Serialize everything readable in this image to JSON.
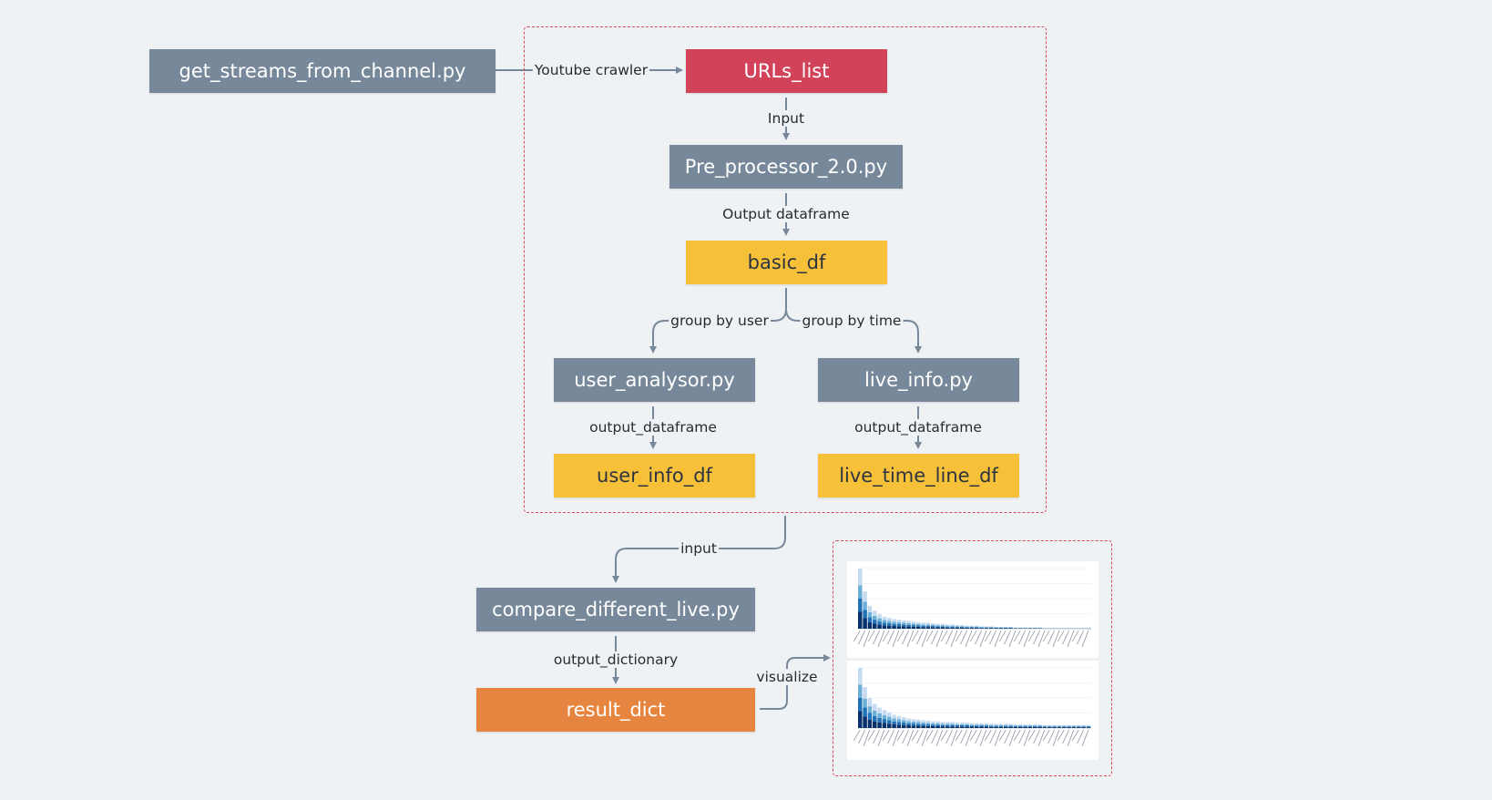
{
  "colors": {
    "background": "#eff2f5",
    "script_node": "#77889a",
    "urls_node": "#d2435a",
    "dataframe_node": "#f6c139",
    "result_node": "#e6853f",
    "dashed_border": "#d9495c",
    "connector": "#77889a"
  },
  "nodes": {
    "get_streams": "get_streams_from_channel.py",
    "urls_list": "URLs_list",
    "pre_processor": "Pre_processor_2.0.py",
    "basic_df": "basic_df",
    "user_analysor": "user_analysor.py",
    "live_info": "live_info.py",
    "user_info_df": "user_info_df",
    "live_time_line_df": "live_time_line_df",
    "compare": "compare_different_live.py",
    "result_dict": "result_dict"
  },
  "edges": {
    "youtube_crawler": "Youtube crawler",
    "input": "Input",
    "output_dataframe": "Output dataframe",
    "group_by_user": "group by user",
    "group_by_time": "group by time",
    "user_output": "output_dataframe",
    "live_output": "output_dataframe",
    "input_lower": "input",
    "output_dictionary": "output_dictionary",
    "visualize": "visualize"
  },
  "thumbnail_series_colors": [
    "#08306b",
    "#2171b5",
    "#6baed6",
    "#c6dbef"
  ],
  "thumbnail_top_bars": [
    1.0,
    0.62,
    0.38,
    0.3,
    0.24,
    0.2,
    0.18,
    0.16,
    0.15,
    0.14,
    0.13,
    0.12,
    0.11,
    0.1,
    0.1,
    0.09,
    0.08,
    0.08,
    0.07,
    0.07,
    0.06,
    0.06,
    0.05,
    0.05,
    0.05,
    0.04,
    0.04,
    0.04,
    0.03,
    0.03,
    0.03,
    0.03,
    0.02,
    0.02,
    0.02,
    0.02,
    0.02,
    0.02,
    0.01,
    0.01,
    0.01,
    0.01,
    0.01,
    0.01,
    0.01,
    0.01,
    0.01,
    0.01
  ],
  "thumbnail_bottom_bars": [
    1.0,
    0.68,
    0.5,
    0.4,
    0.34,
    0.3,
    0.26,
    0.22,
    0.2,
    0.18,
    0.16,
    0.15,
    0.14,
    0.13,
    0.12,
    0.11,
    0.11,
    0.1,
    0.1,
    0.1,
    0.09,
    0.09,
    0.09,
    0.08,
    0.08,
    0.08,
    0.08,
    0.07,
    0.07,
    0.07,
    0.07,
    0.07,
    0.06,
    0.06,
    0.06,
    0.06,
    0.06,
    0.06,
    0.05,
    0.05,
    0.05,
    0.05,
    0.05,
    0.05,
    0.05,
    0.05,
    0.05,
    0.05
  ]
}
